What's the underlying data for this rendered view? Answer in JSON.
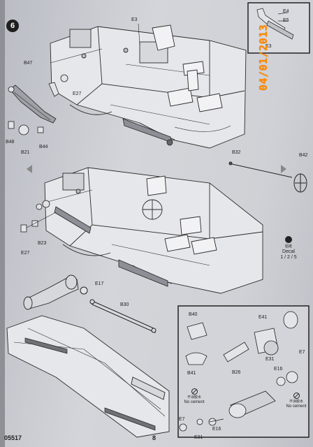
{
  "step": {
    "number": "6"
  },
  "stamp": {
    "date": "04/01/2013"
  },
  "footer": {
    "part_number": "05517",
    "page_number": "8"
  },
  "decal": {
    "label_cn": "贴纸",
    "label": "Decal",
    "numbers": "1 / 2 / 5"
  },
  "no_cement": {
    "label_cn": "不涂胶水",
    "label": "No cement"
  },
  "inset_top": {
    "parts": [
      "E4",
      "E5",
      "E3"
    ]
  },
  "panel1": {
    "parts": [
      "E3",
      "B47",
      "E27",
      "B48",
      "B21",
      "B44",
      "B32",
      "B42"
    ]
  },
  "panel2": {
    "parts": [
      "E27",
      "B23"
    ]
  },
  "panel3": {
    "parts": [
      "E17",
      "B30"
    ]
  },
  "inset_bottom": {
    "parts": [
      "B40",
      "E41",
      "B41",
      "B26",
      "E31",
      "E16",
      "E7",
      "E7",
      "E31",
      "E16"
    ]
  }
}
